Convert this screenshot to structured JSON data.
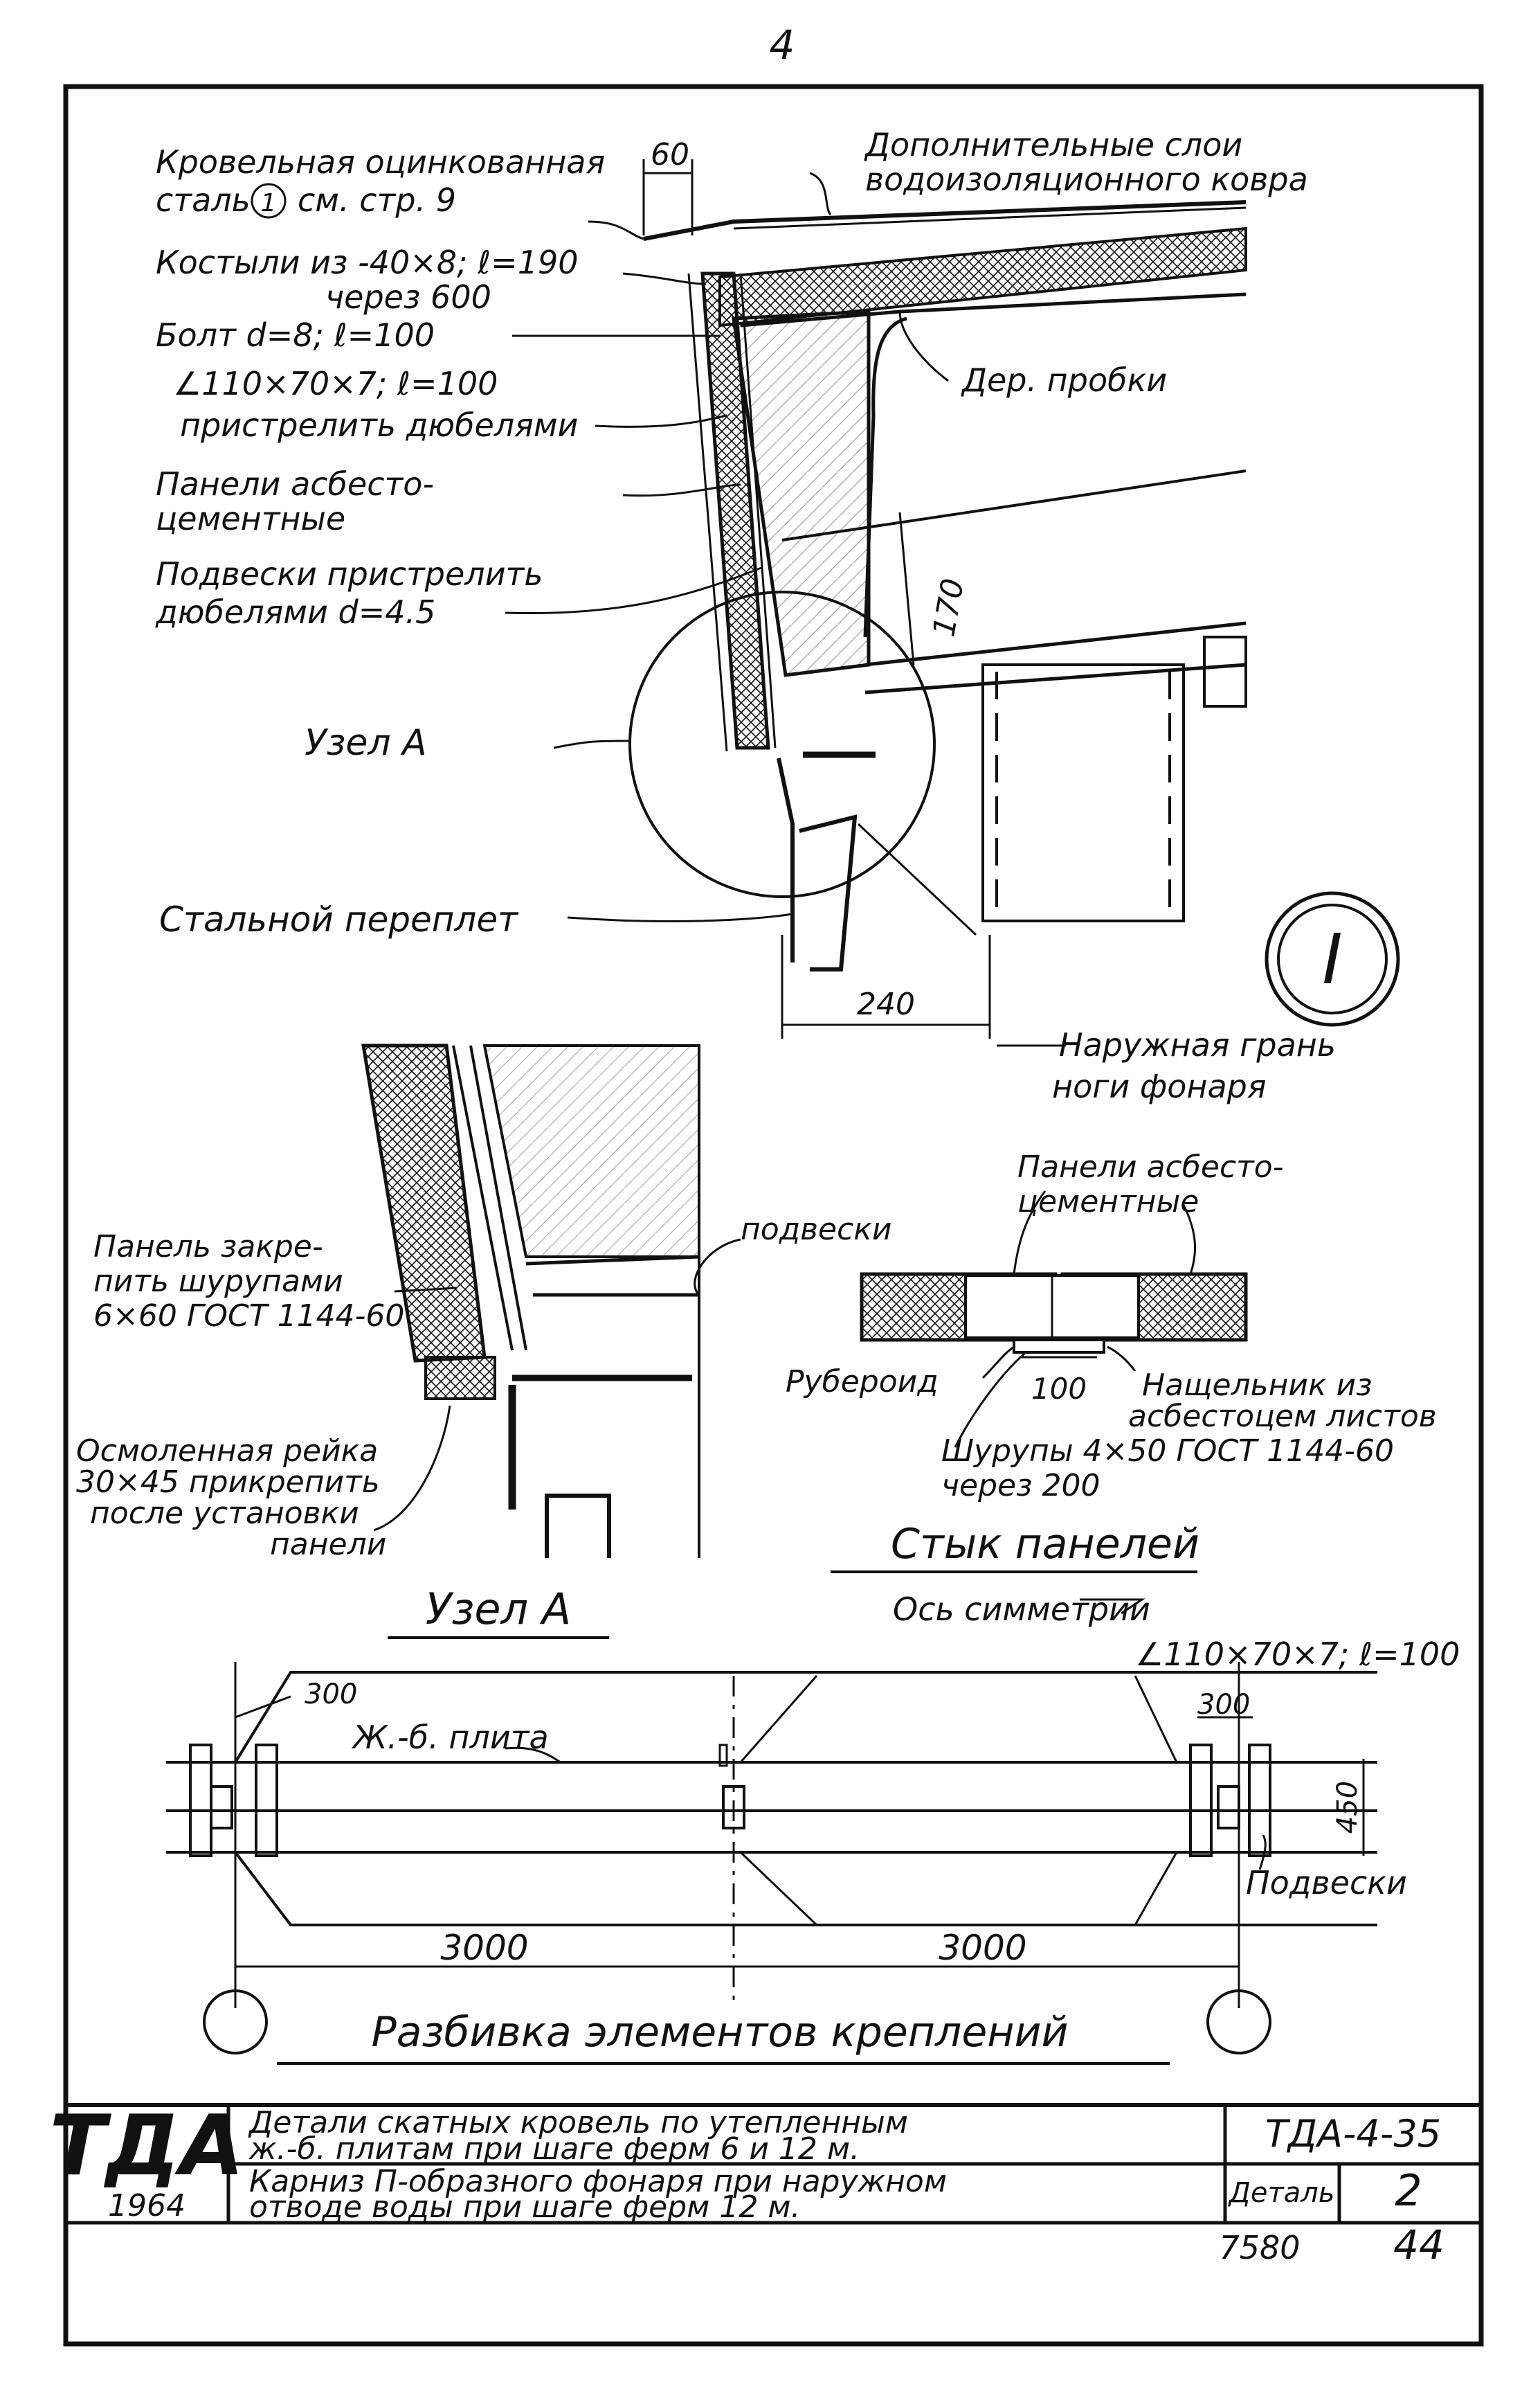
{
  "sheet": {
    "page_number": "4",
    "detail_number": "2",
    "archive_number": "7580",
    "sheet_number": "44"
  },
  "section": {
    "labels": {
      "roof_steel_1": "Кровельная оцинкованная",
      "roof_steel_2": "сталь",
      "roof_steel_circle": "1",
      "roof_steel_3": "см. стр. 9",
      "overhang_60": "60",
      "extra_layers_1": "Дополнительные слои",
      "extra_layers_2": "водоизоляционного ковра",
      "crutches_1": "Костыли из -40×8; ℓ=190",
      "crutches_2": "через 600",
      "bolt": "Болт d=8; ℓ=100",
      "angle": "∠110×70×7; ℓ=100",
      "angle_2": "пристрелить дюбелями",
      "wood_plugs": "Дер. пробки",
      "panels_1": "Панели асбесто-",
      "panels_2": "цементные",
      "hangers_1": "Подвески пристрелить",
      "hangers_2": "дюбелями d=4.5",
      "dim_170": "170",
      "node_a": "Узел A",
      "steel_frame": "Стальной переплет",
      "dim_240": "240",
      "outer_face_1": "Наружная грань",
      "outer_face_2": "ноги фонаря",
      "circle_label": "I"
    }
  },
  "node_a": {
    "title": "Узел A",
    "labels": {
      "panel_fix_1": "Панель закре-",
      "panel_fix_2": "пить шурупами",
      "panel_fix_3": "6×60 ГОСТ 1144-60",
      "hangers": "подвески",
      "tarred_1": "Осмоленная рейка",
      "tarred_2": "30×45 прикрепить",
      "tarred_3": "после установки",
      "tarred_4": "панели"
    }
  },
  "joint": {
    "title": "Стык панелей",
    "labels": {
      "panels_1": "Панели асбесто-",
      "panels_2": "цементные",
      "ruberoid": "Рубероид",
      "dim_100": "100",
      "cover_1": "Нащельник из",
      "cover_2": "асбестоцем листов",
      "screws_1": "Шурупы 4×50 ГОСТ 1144-60",
      "screws_2": "через 200"
    }
  },
  "plan": {
    "title": "Разбивка элементов креплений",
    "labels": {
      "symmetry_axis": "Ось симметрии",
      "angle": "∠110×70×7; ℓ=100",
      "slab": "Ж.-б. плита",
      "dim_300_left": "300",
      "dim_300_right": "300",
      "dim_450": "450",
      "hangers": "Подвески",
      "dim_3000_left": "3000",
      "dim_3000_right": "3000"
    }
  },
  "title_block": {
    "org": "ТДА",
    "year": "1964",
    "title_1": "Детали скатных кровель по утепленным",
    "title_2": "ж.-б. плитам при шаге ферм 6 и 12 м.",
    "subtitle_1": "Карниз П-образного фонаря при наружном",
    "subtitle_2": "отводе воды при шаге ферм 12 м.",
    "code": "ТДА-4-35",
    "detail_label": "Деталь",
    "detail_number": "2"
  }
}
